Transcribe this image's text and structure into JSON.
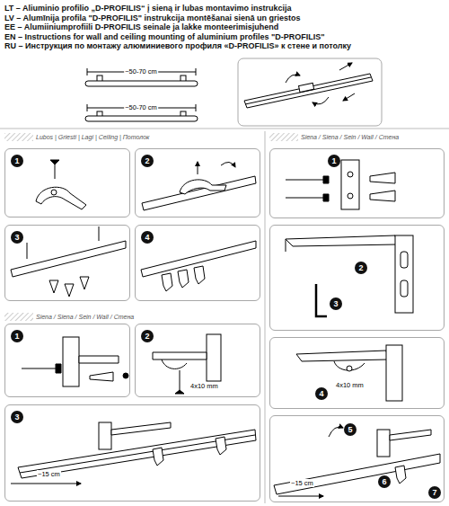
{
  "diagram": {
    "title": "LT – Aliuminio profilio „D-PROFILIS“ į sieną ir lubas montavimo instrukcija",
    "nodes": [
      {
        "text": [
          "1"
        ]
      },
      {
        "text": [
          "2"
        ]
      },
      {
        "text": [
          "3"
        ]
      },
      {
        "text": [
          "4"
        ]
      },
      {
        "text": [
          "1"
        ]
      },
      {
        "text": [
          "2",
          "4x10 mm"
        ]
      },
      {
        "text": [
          "3",
          "~15 cm"
        ]
      },
      {
        "text": [
          "1"
        ]
      },
      {
        "text": [
          "2",
          "3"
        ]
      },
      {
        "text": [
          "4",
          "4x10 mm"
        ]
      },
      {
        "text": [
          "5",
          "6",
          "7",
          "~15 cm"
        ]
      }
    ],
    "labels": [
      "LV – Alumīnija profila \"D-PROFILIS\" instrukcija montēšanai sienā un griestos",
      "EE – Alumiiniumprofiili D-PROFILIS seinale ja lakke monteerimisjuhend",
      "EN – Instructions for wall and ceiling mounting of aluminium profiles \"D-PROFILIS\"",
      "RU – Инструкция по монтажу алюминиевого профиля «D-PROFILIS» к стене и потолку",
      "~50-70 cm",
      "~50-70 cm",
      "Lubos | Griesti | Lagi | Ceiling | Потолок",
      "Siena / Siena / Sein / Wall / Стена",
      "Siena / Siena / Sein / Wall / Стена"
    ]
  }
}
